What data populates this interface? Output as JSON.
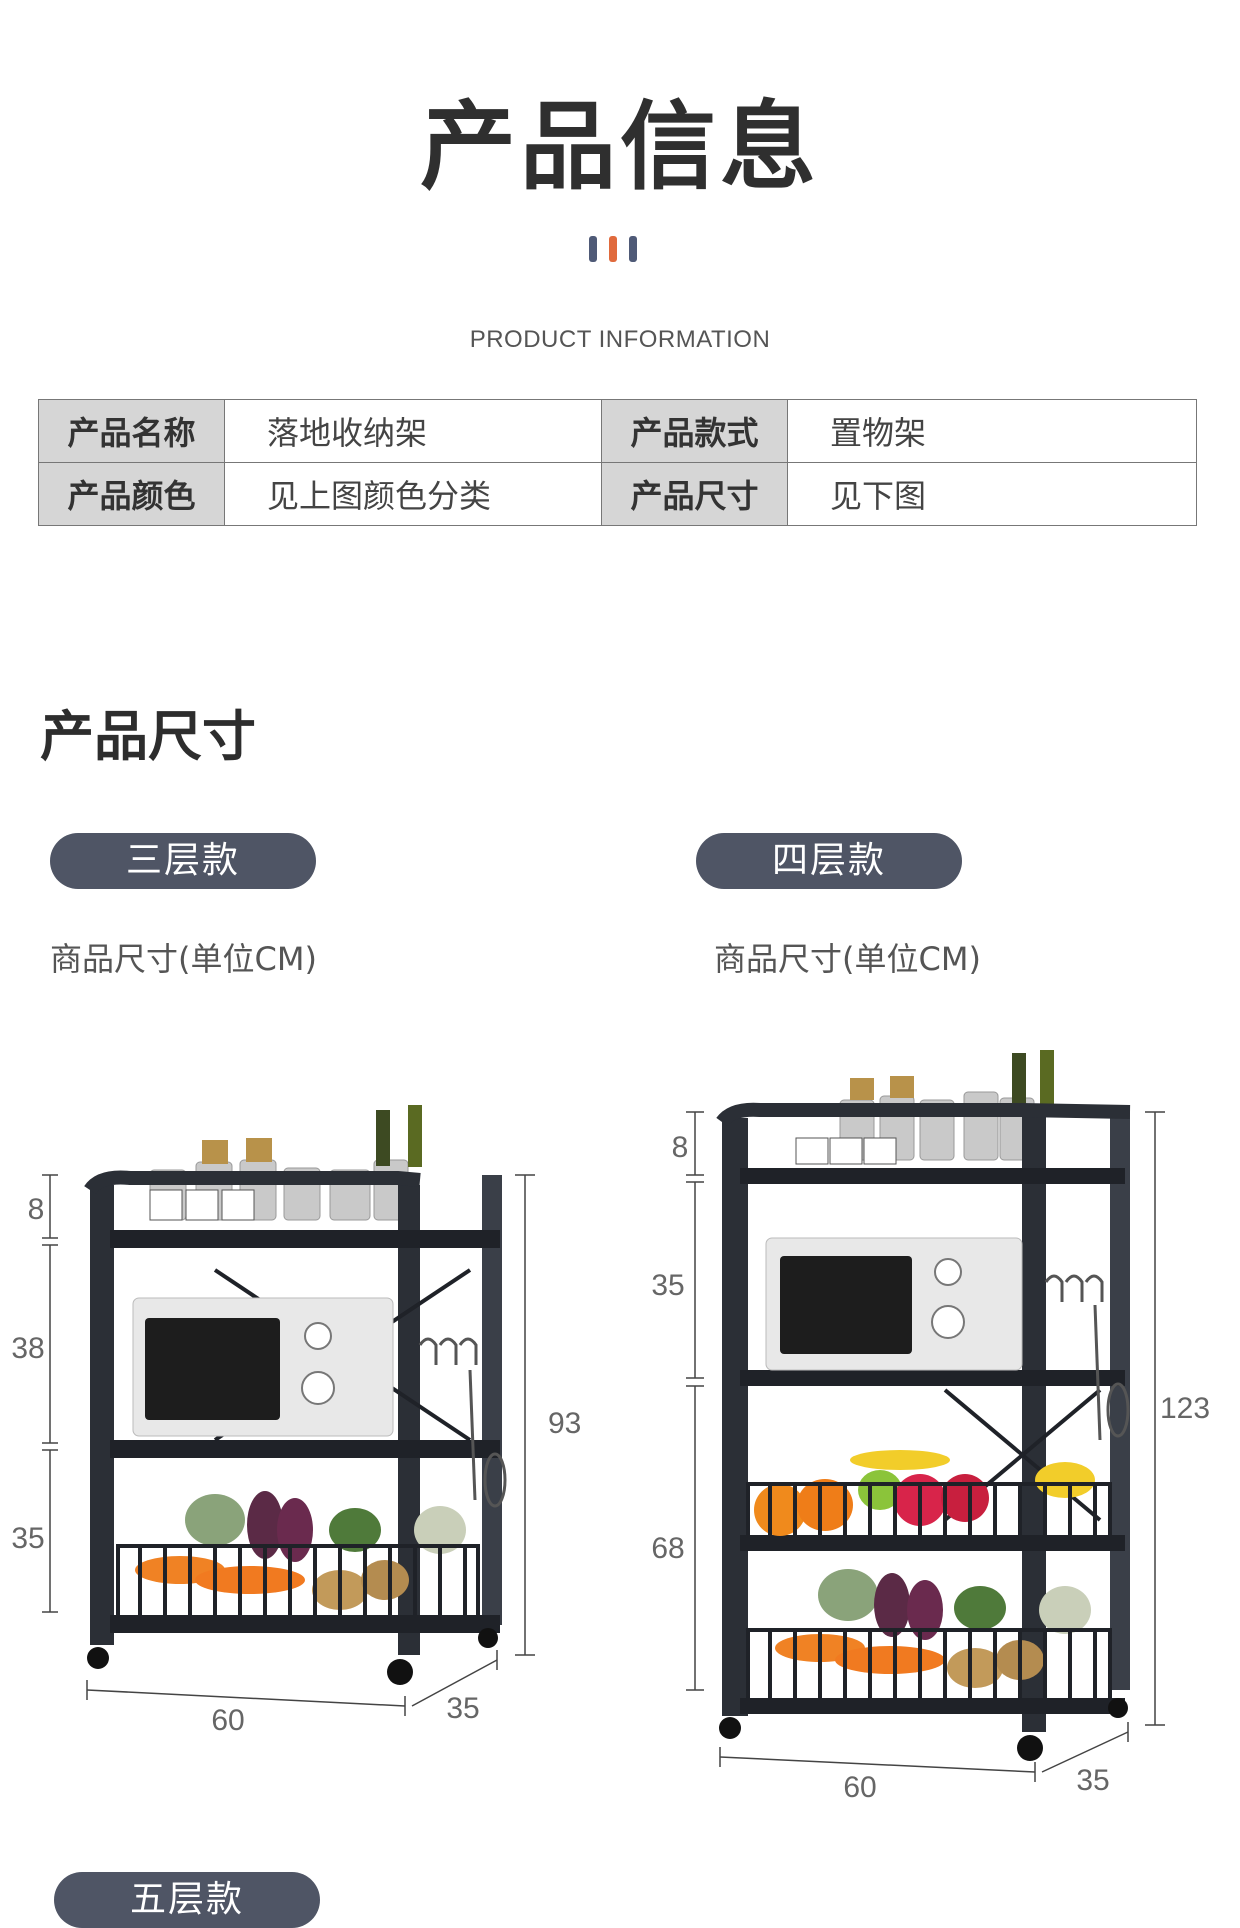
{
  "header": {
    "title": "产品信息",
    "subtitle": "PRODUCT INFORMATION",
    "accent_colors": [
      "#4f5a77",
      "#e06a3d",
      "#4f5a77"
    ]
  },
  "info_table": {
    "rows": [
      {
        "k1": "产品名称",
        "v1": "落地收纳架",
        "k2": "产品款式",
        "v2": "置物架"
      },
      {
        "k1": "产品颜色",
        "v1": "见上图颜色分类",
        "k2": "产品尺寸",
        "v2": "见下图"
      }
    ]
  },
  "size_section": {
    "title": "产品尺寸",
    "models": [
      {
        "name": "三层款",
        "unit_label": "商品尺寸(单位CM)",
        "heights": [
          "8",
          "38",
          "35"
        ],
        "total_height": "93",
        "width": "60",
        "depth": "35"
      },
      {
        "name": "四层款",
        "unit_label": "商品尺寸(单位CM)",
        "heights": [
          "8",
          "35",
          "68"
        ],
        "total_height": "123",
        "width": "60",
        "depth": "35"
      }
    ],
    "next_model": "五层款"
  },
  "colors": {
    "pill": "#4f5565",
    "frame": "#2b2f36",
    "table_key_bg": "#d6d6d6"
  }
}
